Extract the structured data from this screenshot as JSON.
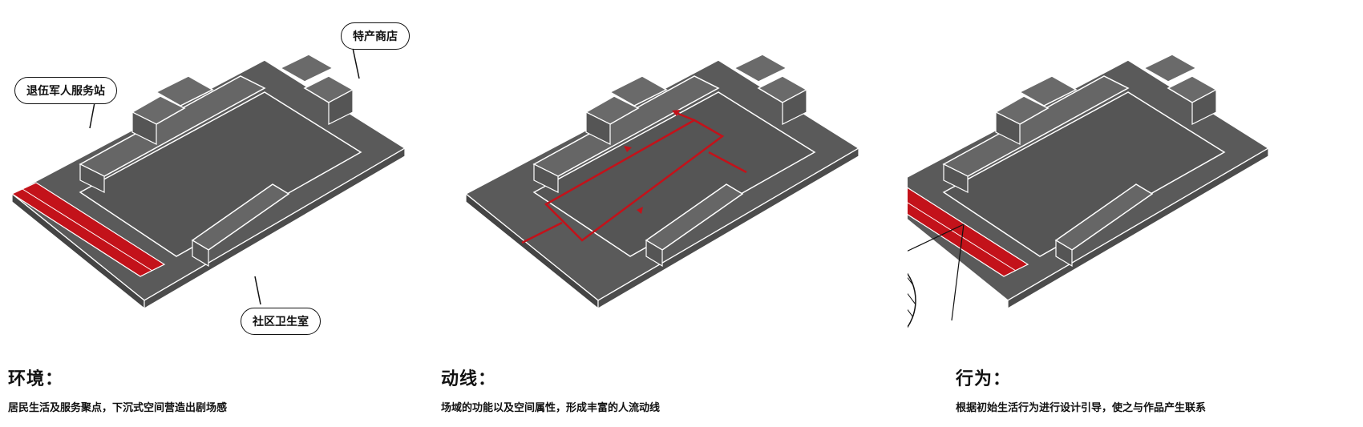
{
  "colors": {
    "ground": "#5a5a5a",
    "roof": "#6a6a6a",
    "line": "#ffffff",
    "accent": "#c3121a",
    "ink": "#111111"
  },
  "panels": [
    {
      "title": "环境：",
      "description": "居民生活及服务聚点，下沉式空间营造出剧场感",
      "callouts": [
        "退伍军人服务站",
        "特产商店",
        "社区卫生室"
      ]
    },
    {
      "title": "动线：",
      "description": "场域的功能以及空间属性，形成丰富的人流动线"
    },
    {
      "title": "行为：",
      "description": "根据初始生活行为进行设计引导，使之与作品产生联系"
    }
  ]
}
